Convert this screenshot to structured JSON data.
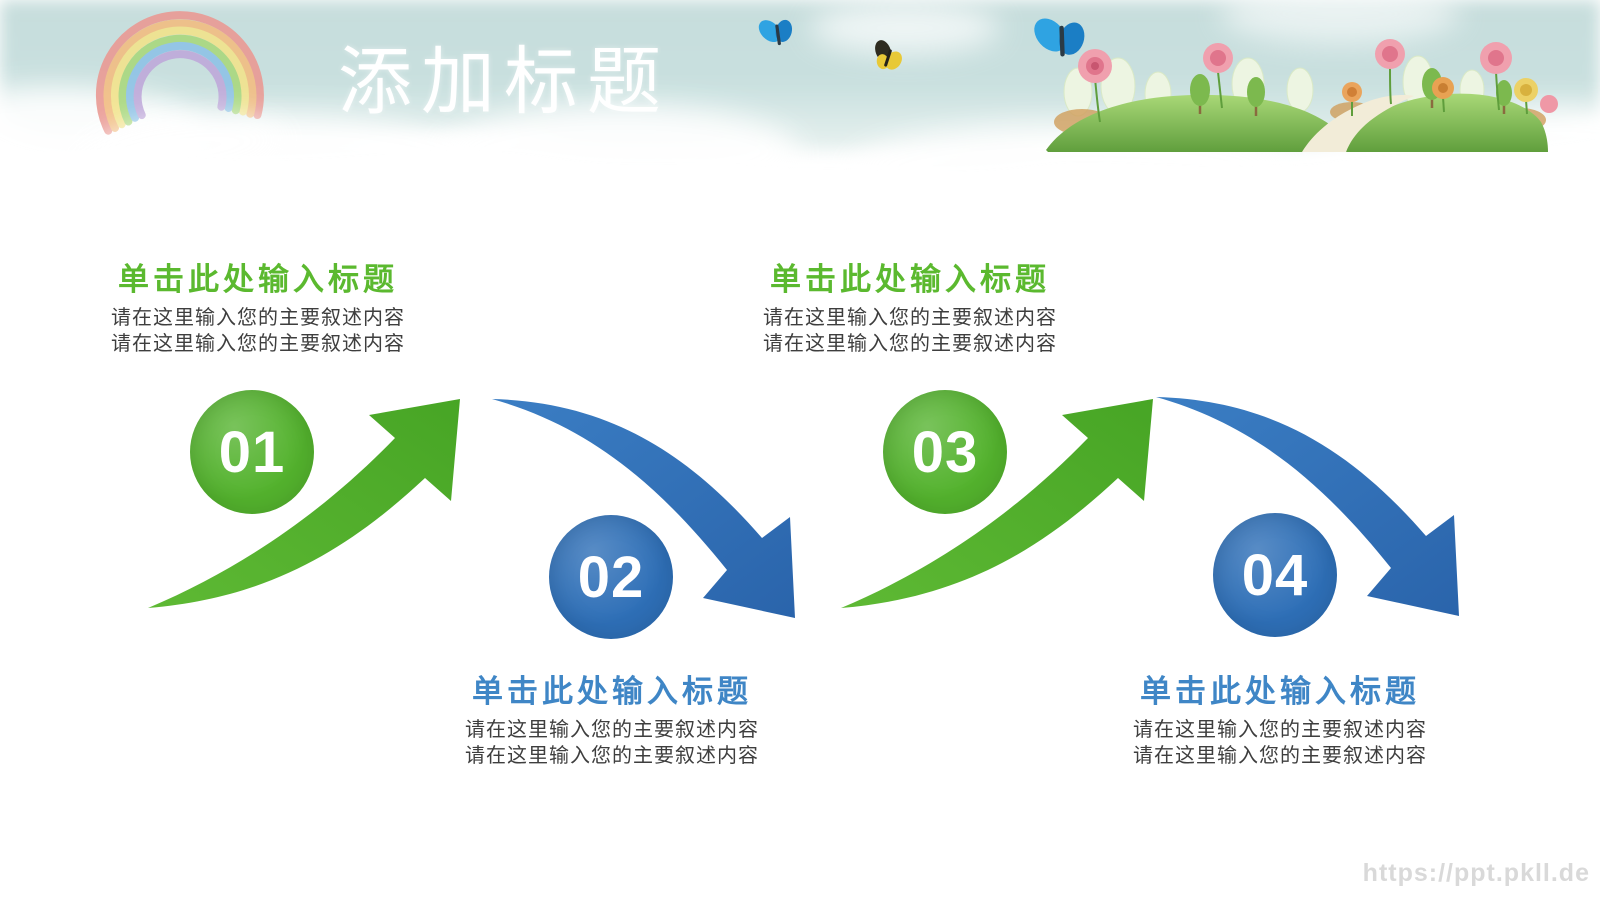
{
  "slide": {
    "title": "添加标题",
    "watermark": "https://ppt.pkll.de",
    "decorations": [
      "rainbow",
      "clouds",
      "blue-butterfly",
      "yellow-black-butterfly",
      "meadow-with-flowers-and-path"
    ]
  },
  "steps": [
    {
      "number": "01",
      "accent": "green",
      "title": "单击此处输入标题",
      "body_line1": "请在这里输入您的主要叙述内容",
      "body_line2": "请在这里输入您的主要叙述内容"
    },
    {
      "number": "02",
      "accent": "blue",
      "title": "单击此处输入标题",
      "body_line1": "请在这里输入您的主要叙述内容",
      "body_line2": "请在这里输入您的主要叙述内容"
    },
    {
      "number": "03",
      "accent": "green",
      "title": "单击此处输入标题",
      "body_line1": "请在这里输入您的主要叙述内容",
      "body_line2": "请在这里输入您的主要叙述内容"
    },
    {
      "number": "04",
      "accent": "blue",
      "title": "单击此处输入标题",
      "body_line1": "请在这里输入您的主要叙述内容",
      "body_line2": "请在这里输入您的主要叙述内容"
    }
  ],
  "colors": {
    "green": "#53b22d",
    "blue": "#2e6fb7",
    "green_title": "#5bb92f",
    "blue_title": "#3f86c6",
    "body_text": "#3e3e3e",
    "sky": "#c9e0df",
    "watermark_text": "#d9d9d9"
  }
}
